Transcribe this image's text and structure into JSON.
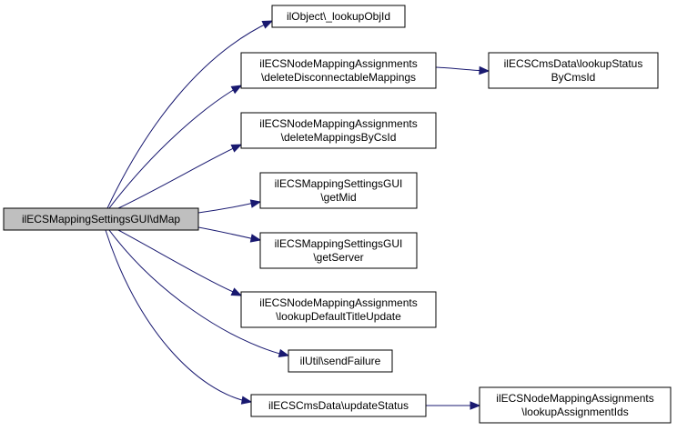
{
  "graph": {
    "root": "ilECSMappingSettingsGUI\\dMap",
    "nodes": {
      "n0": [
        "ilECSMappingSettingsGUI\\dMap"
      ],
      "n1": [
        "ilObject\\_lookupObjId"
      ],
      "n2": [
        "ilECSNodeMappingAssignments",
        "\\deleteDisconnectableMappings"
      ],
      "n3": [
        "ilECSCmsData\\lookupStatus",
        "ByCmsId"
      ],
      "n4": [
        "ilECSNodeMappingAssignments",
        "\\deleteMappingsByCsId"
      ],
      "n5": [
        "ilECSMappingSettingsGUI",
        "\\getMid"
      ],
      "n6": [
        "ilECSMappingSettingsGUI",
        "\\getServer"
      ],
      "n7": [
        "ilECSNodeMappingAssignments",
        "\\lookupDefaultTitleUpdate"
      ],
      "n8": [
        "ilUtil\\sendFailure"
      ],
      "n9": [
        "ilECSCmsData\\updateStatus"
      ],
      "n10": [
        "ilECSNodeMappingAssignments",
        "\\lookupAssignmentIds"
      ]
    },
    "edges": [
      [
        "n0",
        "n1"
      ],
      [
        "n0",
        "n2"
      ],
      [
        "n0",
        "n4"
      ],
      [
        "n0",
        "n5"
      ],
      [
        "n0",
        "n6"
      ],
      [
        "n0",
        "n7"
      ],
      [
        "n0",
        "n8"
      ],
      [
        "n0",
        "n9"
      ],
      [
        "n2",
        "n3"
      ],
      [
        "n9",
        "n10"
      ]
    ],
    "colors": {
      "edge": "#191970",
      "root_fill": "#bfbfbf",
      "node_fill": "#ffffff",
      "border": "#000000"
    }
  }
}
